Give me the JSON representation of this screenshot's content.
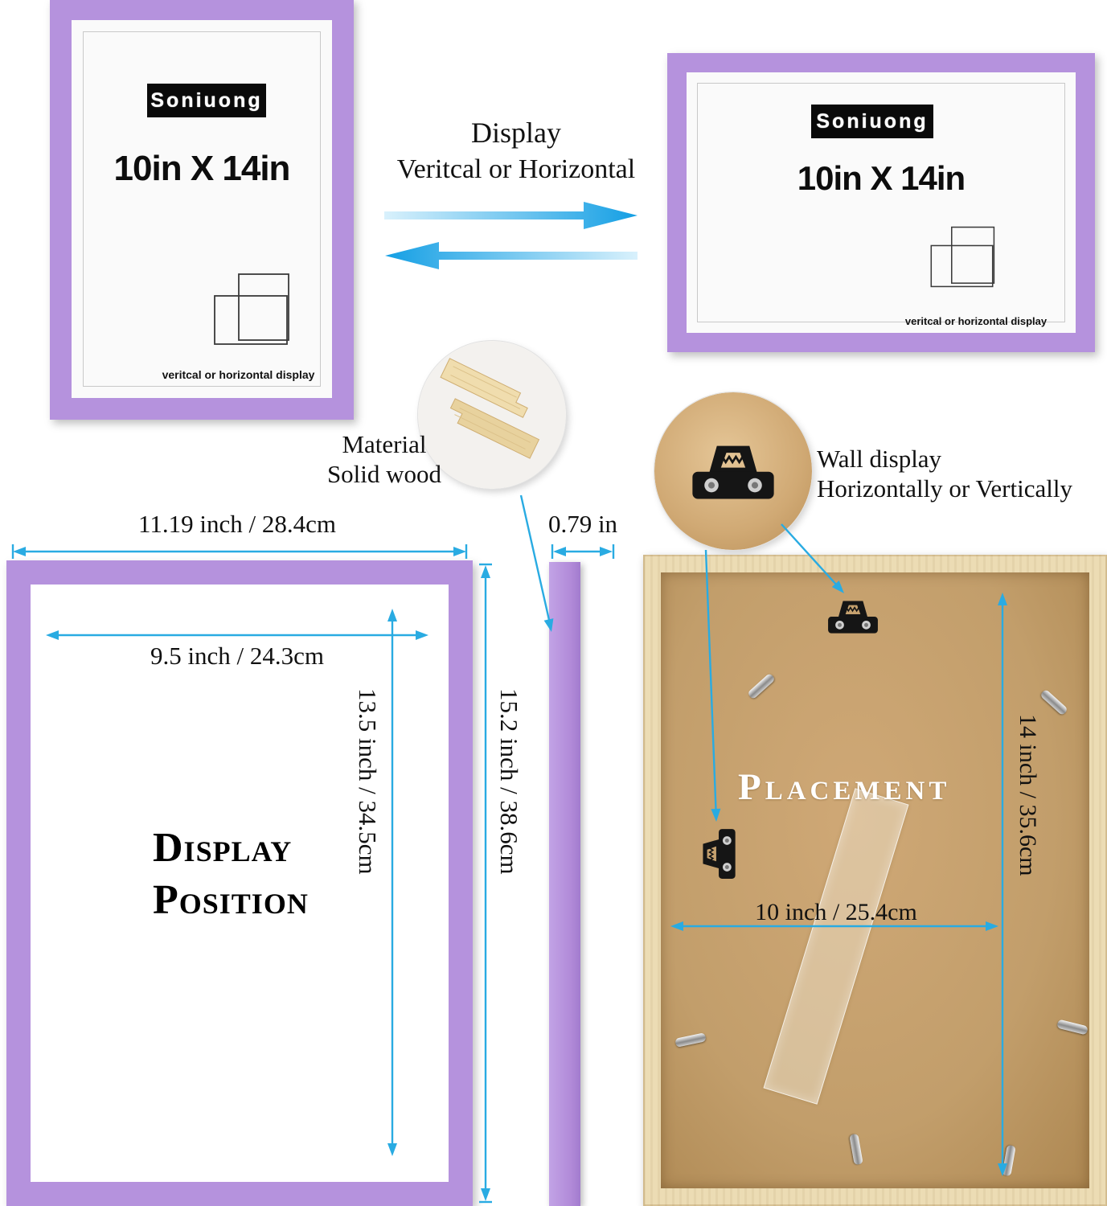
{
  "colors": {
    "purple": "#b592dd",
    "blue": "#29abe2",
    "wood": "#ecdcb4",
    "cardboard": "#c29e6b"
  },
  "top_section": {
    "vertical_frame": {
      "logo": "Soniuong",
      "size_label": "10in X 14in",
      "caption": "veritcal or horizontal display"
    },
    "horizontal_frame": {
      "logo": "Soniuong",
      "size_label": "10in X 14in",
      "caption": "veritcal or horizontal display"
    },
    "display_note": {
      "line1": "Display",
      "line2": "Veritcal or Horizontal"
    }
  },
  "callouts": {
    "material": {
      "line1": "Material",
      "line2": "Solid wood"
    },
    "wall": {
      "line1": "Wall display",
      "line2": "Horizontally or Vertically"
    }
  },
  "front_view": {
    "outer_width": "11.19 inch / 28.4cm",
    "inner_width": "9.5 inch / 24.3cm",
    "inner_height": "13.5 inch / 34.5cm",
    "outer_height": "15.2 inch / 38.6cm",
    "label_line1": "Display",
    "label_line2": "Position"
  },
  "side_view": {
    "thickness": "0.79 in"
  },
  "back_view": {
    "title": "Placement",
    "height_label": "14 inch / 35.6cm",
    "width_label": "10 inch / 25.4cm"
  }
}
